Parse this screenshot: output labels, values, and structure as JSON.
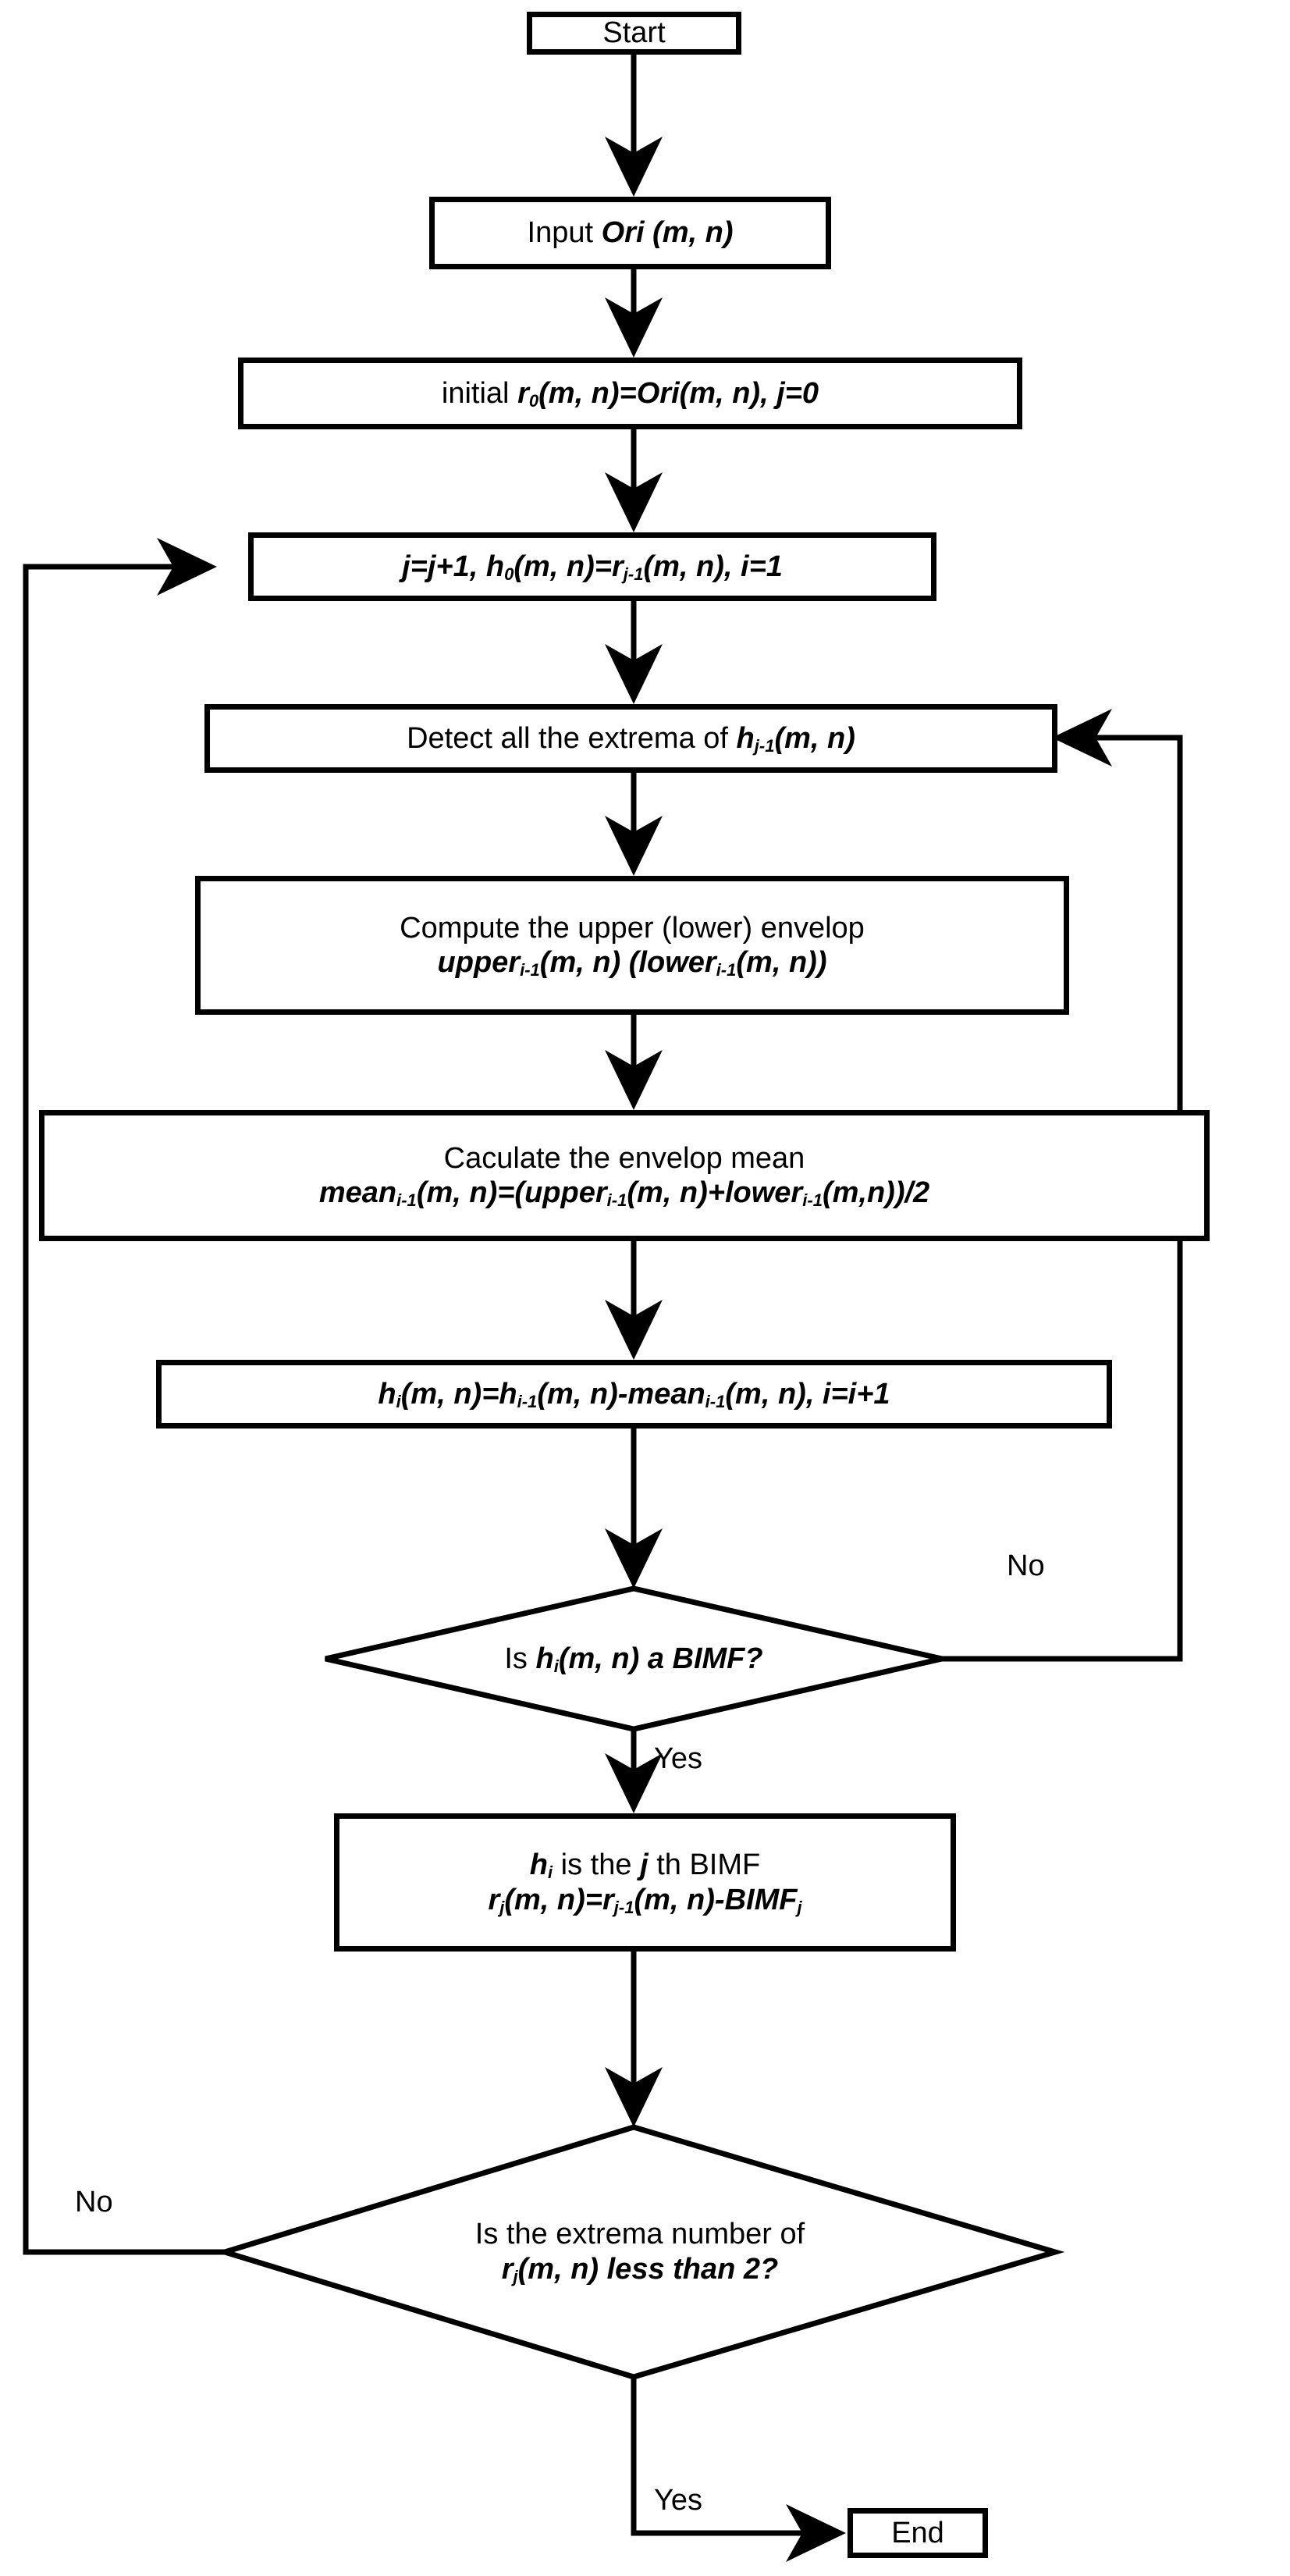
{
  "diagram": {
    "title": "BEMD (Bidimensional Empirical Mode Decomposition) sifting flowchart",
    "type": "flowchart",
    "background_color": "#ffffff",
    "stroke_color": "#000000",
    "nodes": [
      {
        "id": "start",
        "shape": "rectangle",
        "lines": [
          "Start"
        ]
      },
      {
        "id": "input",
        "shape": "rectangle",
        "lines": [
          "Input Ori (m, n)"
        ]
      },
      {
        "id": "initial",
        "shape": "rectangle",
        "lines": [
          "initial r0(m, n)=Ori(m, n), j=0"
        ]
      },
      {
        "id": "increment",
        "shape": "rectangle",
        "lines": [
          "j=j+1, h0(m, n)=rj-1(m, n), i=1"
        ]
      },
      {
        "id": "detect",
        "shape": "rectangle",
        "lines": [
          "Detect all the extrema of hj-1(m, n)"
        ]
      },
      {
        "id": "envelop",
        "shape": "rectangle",
        "lines": [
          "Compute the upper (lower) envelop",
          "upperi-1(m, n) (loweri-1(m, n))"
        ]
      },
      {
        "id": "mean",
        "shape": "rectangle",
        "lines": [
          "Caculate the envelop mean",
          "meani-1(m, n)=(upperi-1(m, n)+loweri-1(m,n))/2"
        ]
      },
      {
        "id": "subtract",
        "shape": "rectangle",
        "lines": [
          "hi(m, n)=hi-1(m, n)-meani-1(m, n), i=i+1"
        ]
      },
      {
        "id": "decision-bimf",
        "shape": "diamond",
        "lines": [
          "Is hi(m, n) a BIMF?"
        ]
      },
      {
        "id": "bimf-result",
        "shape": "rectangle",
        "lines": [
          "hi is the j th BIMF",
          "rj(m, n)=rj-1(m, n)-BIMFj"
        ]
      },
      {
        "id": "decision-extrema",
        "shape": "diamond",
        "lines": [
          "Is the extrema number of",
          "rj(m, n) less than 2?"
        ]
      },
      {
        "id": "end",
        "shape": "rectangle",
        "lines": [
          "End"
        ]
      }
    ],
    "labels": {
      "start_text": "Start",
      "input_prefix": "Input ",
      "input_symbol": "Ori (m, n)",
      "initial_prefix": "initial ",
      "initial_r": "r",
      "initial_r_sub": "0",
      "initial_mid": "(m, n)=Ori(m, n), j=0",
      "inc_j": "j=j+1, h",
      "inc_h_sub": "0",
      "inc_mid": "(m, n)=r",
      "inc_r_sub": "j-1",
      "inc_tail": "(m, n), i=1",
      "detect_prefix": "Detect all the extrema of ",
      "detect_h": "h",
      "detect_h_sub": "j-1",
      "detect_tail": "(m, n)",
      "envelop_line1": "Compute the upper (lower) envelop",
      "envelop_upper": "upper",
      "envelop_upper_sub": "i-1",
      "envelop_mid": "(m, n) (lower",
      "envelop_lower_sub": "i-1",
      "envelop_tail": "(m, n))",
      "mean_line1": "Caculate the envelop mean",
      "mean_word": "mean",
      "mean_sub1": "i-1",
      "mean_mid1": "(m, n)=(upper",
      "mean_sub2": "i-1",
      "mean_mid2": "(m, n)+lower",
      "mean_sub3": "i-1",
      "mean_tail": "(m,n))/2",
      "sub_h": "h",
      "sub_h_sub1": "i",
      "sub_mid1": "(m, n)=h",
      "sub_h_sub2": "i-1",
      "sub_mid2": "(m, n)-mean",
      "sub_h_sub3": "i-1",
      "sub_tail": "(m, n), i=i+1",
      "dec1_prefix": "Is ",
      "dec1_h": "h",
      "dec1_sub": "i",
      "dec1_tail": "(m, n) a BIMF?",
      "bimf_h": "h",
      "bimf_h_sub": "i",
      "bimf_mid": " is the ",
      "bimf_j": "j",
      "bimf_tail": " th BIMF",
      "bimf_r": "r",
      "bimf_r_sub1": "j",
      "bimf_r_mid": "(m, n)=r",
      "bimf_r_sub2": "j-1",
      "bimf_r_mid2": "(m, n)-BIMF",
      "bimf_r_sub3": "j",
      "dec2_line1": "Is the extrema number of",
      "dec2_r": "r",
      "dec2_sub": "j",
      "dec2_tail": "(m, n) less than 2?",
      "end_text": "End"
    },
    "edges": [
      {
        "id": "e-start-input",
        "from": "start",
        "to": "input",
        "label": ""
      },
      {
        "id": "e-input-initial",
        "from": "input",
        "to": "initial",
        "label": ""
      },
      {
        "id": "e-initial-increment",
        "from": "initial",
        "to": "increment",
        "label": ""
      },
      {
        "id": "e-increment-detect",
        "from": "increment",
        "to": "detect",
        "label": ""
      },
      {
        "id": "e-detect-envelop",
        "from": "detect",
        "to": "envelop",
        "label": ""
      },
      {
        "id": "e-envelop-mean",
        "from": "envelop",
        "to": "mean",
        "label": ""
      },
      {
        "id": "e-mean-subtract",
        "from": "mean",
        "to": "subtract",
        "label": ""
      },
      {
        "id": "e-subtract-decision",
        "from": "subtract",
        "to": "decision-bimf",
        "label": ""
      },
      {
        "id": "e-decision-no",
        "from": "decision-bimf",
        "to": "detect",
        "label": "No"
      },
      {
        "id": "e-decision-yes",
        "from": "decision-bimf",
        "to": "bimf-result",
        "label": "Yes"
      },
      {
        "id": "e-bimf-decision2",
        "from": "bimf-result",
        "to": "decision-extrema",
        "label": ""
      },
      {
        "id": "e-decision2-no",
        "from": "decision-extrema",
        "to": "increment",
        "label": "No"
      },
      {
        "id": "e-decision2-yes",
        "from": "decision-extrema",
        "to": "end",
        "label": "Yes"
      }
    ],
    "edge_labels": {
      "no_bimf": "No",
      "yes_bimf": "Yes",
      "no_extrema": "No",
      "yes_extrema": "Yes"
    }
  }
}
